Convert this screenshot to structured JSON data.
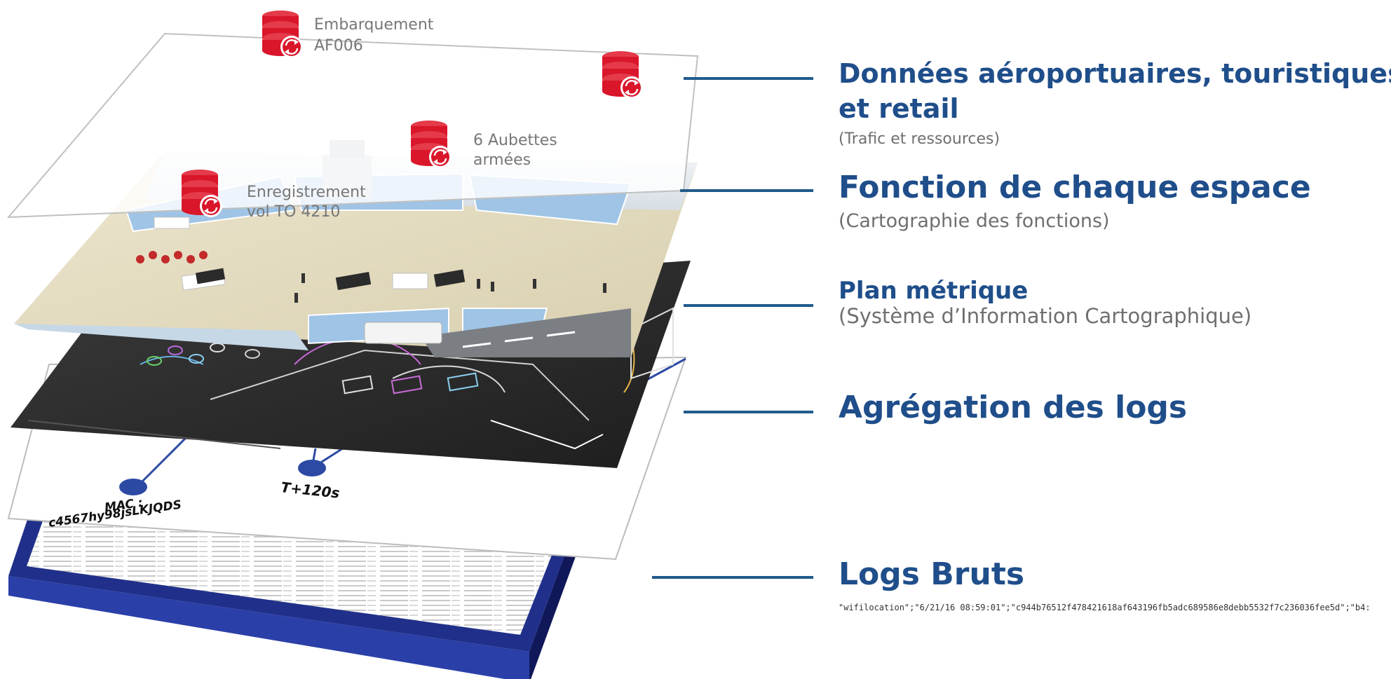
{
  "layers": [
    {
      "title": "Données aéroportuaires, touristiques",
      "title2": "et retail",
      "subtitle": "(Trafic et ressources)"
    },
    {
      "title": "Fonction de chaque espace",
      "subtitle": "(Cartographie des fonctions)"
    },
    {
      "title": "Plan métrique",
      "subtitle": "(Système d’Information Cartographique)"
    },
    {
      "title": "Agrégation des logs"
    },
    {
      "title": "Logs Bruts",
      "sample": "\"wifilocation\";\"6/21/16 08:59:01\";\"c944b76512f478421618af643196fb5adc689586e8debb5532f7c236036fee5d\";\"b4:"
    }
  ],
  "db_labels": {
    "boarding_line1": "Embarquement",
    "boarding_line2": "AF006",
    "aubettes_line1": "6 Aubettes",
    "aubettes_line2": "armées",
    "checkin_line1": "Enregistrement",
    "checkin_line2": "vol TO 4210"
  },
  "log_layer": {
    "mac_label": "MAC :",
    "mac_value": "c4567hy98jsLKJQDS",
    "time_label": "T+120s"
  },
  "colors": {
    "title_blue": "#1f4e8a",
    "connector_blue": "#215a8c",
    "db_red": "#d9162a",
    "base_blue": "#2a3fa8",
    "node_blue": "#2c4aa3"
  },
  "icons": [
    "database-sync-icon"
  ]
}
